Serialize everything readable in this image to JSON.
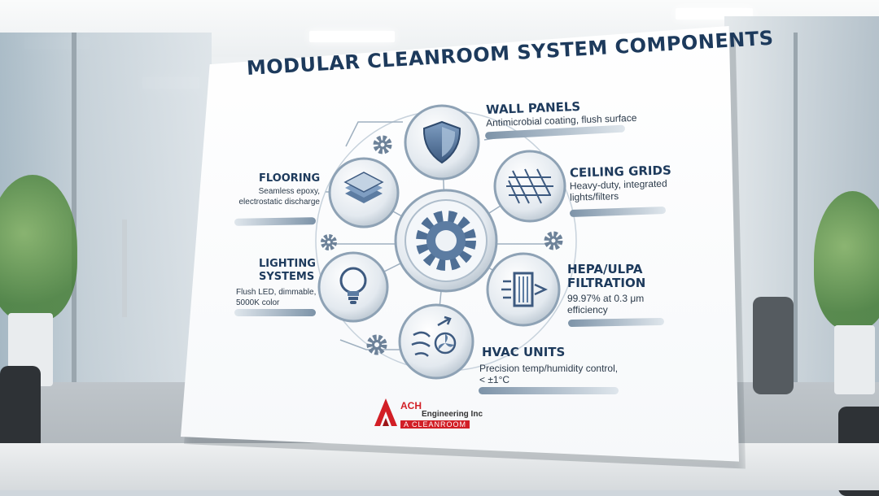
{
  "poster": {
    "title": "MODULAR CLEANROOM SYSTEM COMPONENTS",
    "components": [
      {
        "heading": "WALL PANELS",
        "description": "Antimicrobial coating, flush surface",
        "icon": "shield-icon"
      },
      {
        "heading": "FLOORING",
        "description": "Seamless epoxy, electrostatic discharge",
        "icon": "floor-tiles-icon"
      },
      {
        "heading": "CEILING GRIDS",
        "description": "Heavy-duty, integrated lights/filters",
        "icon": "grid-mesh-icon"
      },
      {
        "heading": "LIGHTING SYSTEMS",
        "description": "Flush LED, dimmable, 5000K color",
        "icon": "light-bulb-icon"
      },
      {
        "heading": "HEPA/ULPA FILTRATION",
        "description": "99.97% at 0.3 μm efficiency",
        "icon": "air-filter-icon"
      },
      {
        "heading": "HVAC UNITS",
        "description": "Precision temp/humidity control, < ±1°C",
        "icon": "fan-airflow-icon"
      }
    ],
    "center_icon": "gear-icon",
    "logo": {
      "mark": "ACH",
      "company": "Engineering Inc",
      "tagline": "A CLEANROOM"
    }
  },
  "colors": {
    "title": "#1d3a5c",
    "accent": "#d21f26",
    "icon_fill": "#4f6f95"
  }
}
